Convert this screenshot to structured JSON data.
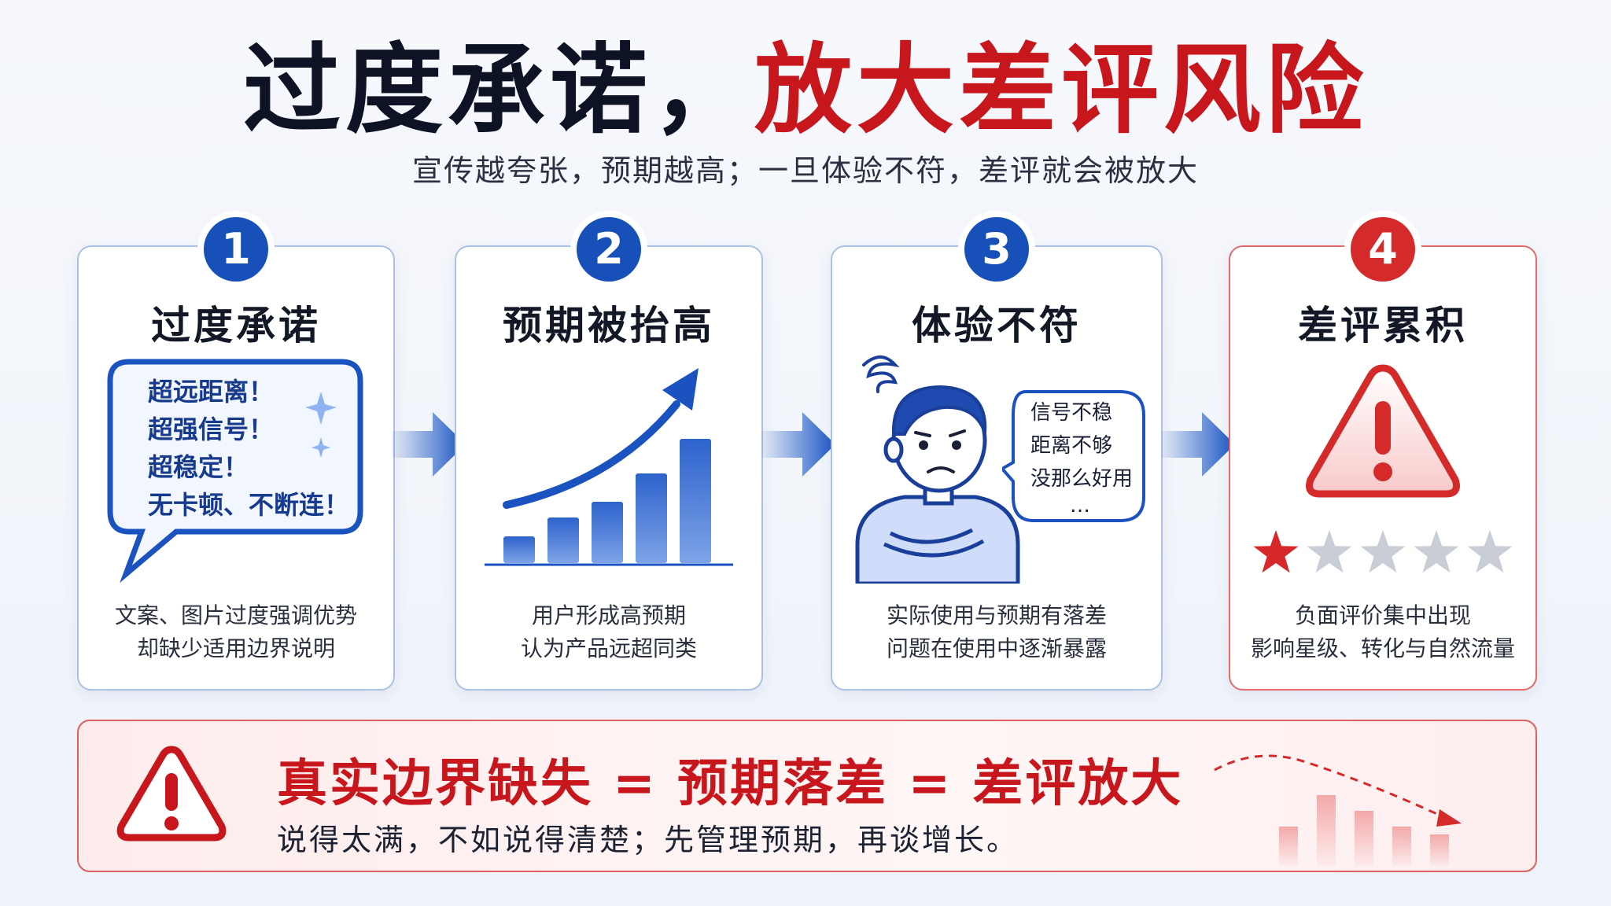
{
  "header": {
    "title_dark": "过度承诺，",
    "title_red": "放大差评风险",
    "subtitle": "宣传越夸张，预期越高；一旦体验不符，差评就会被放大"
  },
  "steps": [
    {
      "number": "1",
      "title": "过度承诺",
      "bubble": [
        "超远距离！",
        "超强信号！",
        "超稳定！",
        "无卡顿、不断连！"
      ],
      "desc": [
        "文案、图片过度强调优势",
        "却缺少适用边界说明"
      ]
    },
    {
      "number": "2",
      "title": "预期被抬高",
      "desc": [
        "用户形成高预期",
        "认为产品远超同类"
      ]
    },
    {
      "number": "3",
      "title": "体验不符",
      "thought": [
        "信号不稳",
        "距离不够",
        "没那么好用",
        "…"
      ],
      "desc": [
        "实际使用与预期有落差",
        "问题在使用中逐渐暴露"
      ]
    },
    {
      "number": "4",
      "title": "差评累积",
      "rating": {
        "filled": 1,
        "total": 5
      },
      "desc": [
        "负面评价集中出现",
        "影响星级、转化与自然流量"
      ]
    }
  ],
  "conclusion": {
    "headline": "真实边界缺失 = 预期落差 = 差评放大",
    "subline": "说得太满，不如说得清楚；先管理预期，再谈增长。"
  },
  "colors": {
    "blue": "#1650b8",
    "red": "#c8161d",
    "star_filled": "#d62828",
    "star_empty": "#c9cdd6"
  }
}
